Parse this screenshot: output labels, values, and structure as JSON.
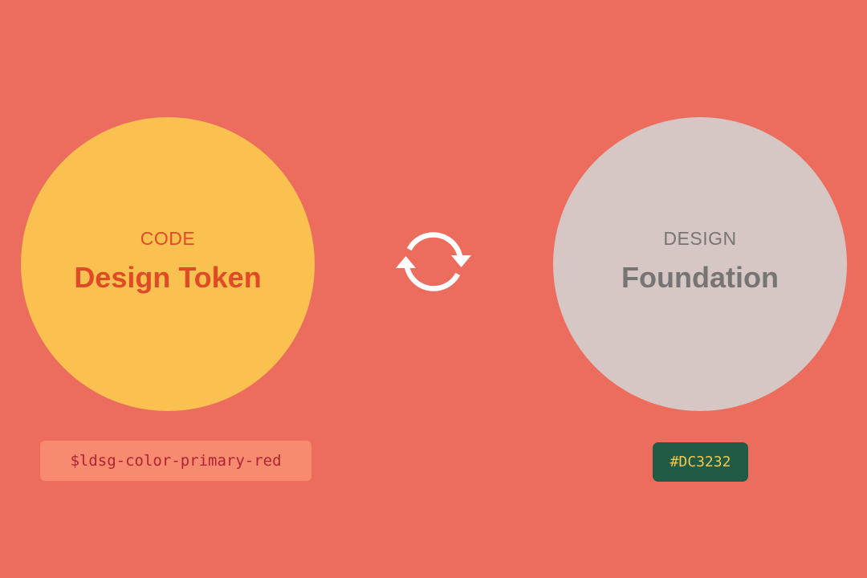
{
  "diagram": {
    "code": {
      "kicker": "CODE",
      "title": "Design Token",
      "token": "$ldsg-color-primary-red"
    },
    "design": {
      "kicker": "DESIGN",
      "title": "Foundation",
      "value": "#DC3232"
    },
    "connector_icon": "sync-icon"
  },
  "colors": {
    "background": "#EC6D5D",
    "code_circle": "#FBC150",
    "design_circle": "#D6C6C4",
    "code_text": "#DF4A27",
    "design_text": "#777573",
    "token_chip": "#F88A70",
    "token_text": "#AE2535",
    "hex_chip": "#1F5B45",
    "hex_text": "#F2C64F"
  }
}
